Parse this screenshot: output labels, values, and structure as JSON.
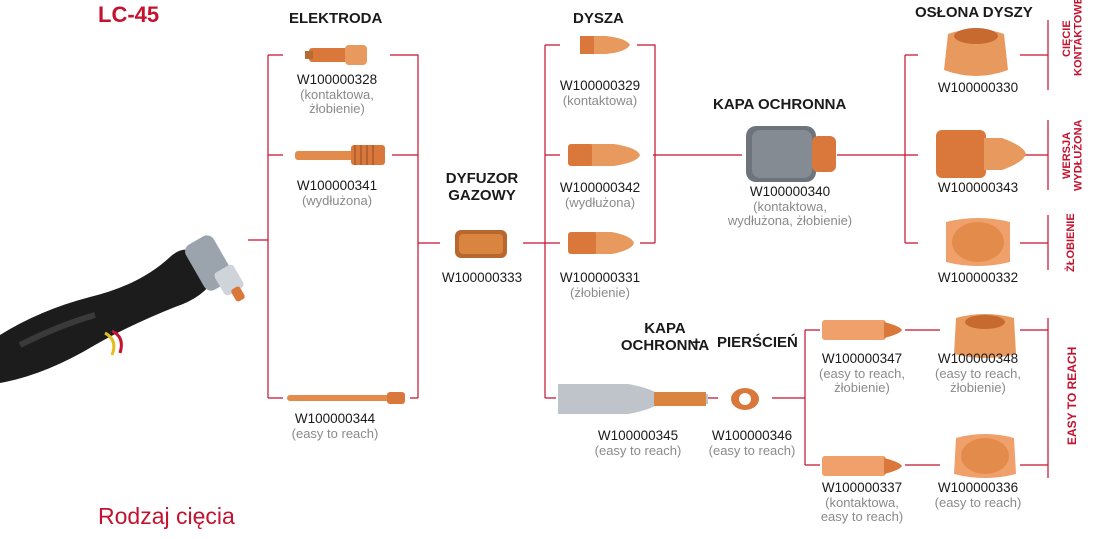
{
  "model": "LC-45",
  "section_title": "Rodzaj cięcia",
  "headers": {
    "elektroda": "ELEKTRODA",
    "dysza": "DYSZA",
    "oslona": "OSŁONA DYSZY",
    "kapa1": "KAPA OCHRONNA",
    "dyfuzor1": "DYFUZOR",
    "dyfuzor2": "GAZOWY",
    "kapa2a": "KAPA",
    "kapa2b": "OCHRONNA",
    "plus": "+",
    "pierscien": "PIERŚCIEŃ"
  },
  "side_labels": {
    "ciecie1": "CIĘCIE",
    "ciecie2": "KONTAKTOWE",
    "wersja1": "WERSJA",
    "wersja2": "WYDŁUŻONA",
    "zlobienie": "ŻŁOBIENIE",
    "easy": "EASY TO REACH"
  },
  "parts": {
    "e328": {
      "code": "W100000328",
      "note1": "(kontaktowa,",
      "note2": "żłobienie)"
    },
    "e341": {
      "code": "W100000341",
      "note1": "(wydłużona)"
    },
    "e344": {
      "code": "W100000344",
      "note1": "(easy to reach)"
    },
    "d329": {
      "code": "W100000329",
      "note1": "(kontaktowa)"
    },
    "d342": {
      "code": "W100000342",
      "note1": "(wydłużona)"
    },
    "d331": {
      "code": "W100000331",
      "note1": "(żłobienie)"
    },
    "g333": {
      "code": "W100000333"
    },
    "k340": {
      "code": "W100000340",
      "note1": "(kontaktowa,",
      "note2": "wydłużona, żłobienie)"
    },
    "o330": {
      "code": "W100000330"
    },
    "o343": {
      "code": "W100000343"
    },
    "o332": {
      "code": "W100000332"
    },
    "k345": {
      "code": "W100000345",
      "note1": "(easy to reach)"
    },
    "r346": {
      "code": "W100000346",
      "note1": "(easy to reach)"
    },
    "n347": {
      "code": "W100000347",
      "note1": "(easy to reach,",
      "note2": "żłobienie)"
    },
    "s348": {
      "code": "W100000348",
      "note1": "(easy to reach,",
      "note2": "żłobienie)"
    },
    "n337": {
      "code": "W100000337",
      "note1": "(kontaktowa,",
      "note2": "easy to reach)"
    },
    "s336": {
      "code": "W100000336",
      "note1": "(easy to reach)"
    }
  },
  "colors": {
    "accent": "#c4122f",
    "copper": "#d9783a",
    "gray_note": "#8a8a8a"
  }
}
